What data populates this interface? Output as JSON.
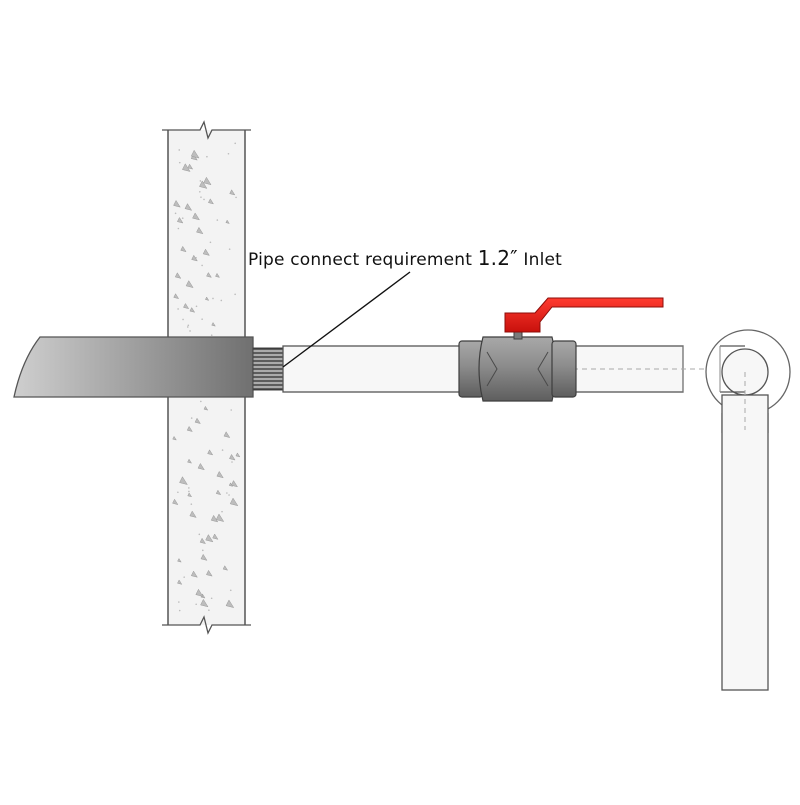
{
  "callout": {
    "prefix": "Pipe connect requirement ",
    "size": "1.2″",
    "suffix": " Inlet"
  },
  "colors": {
    "wall_fill": "#f2f2f2",
    "wall_outline": "#555555",
    "pipe_fill": "#f7f7f7",
    "pipe_outline": "#555555",
    "valve_body": "#8a8a8a",
    "valve_handle": "#e8201b",
    "spout_gradient_start": "#c9c9c9",
    "spout_gradient_end": "#6f6f6f"
  }
}
